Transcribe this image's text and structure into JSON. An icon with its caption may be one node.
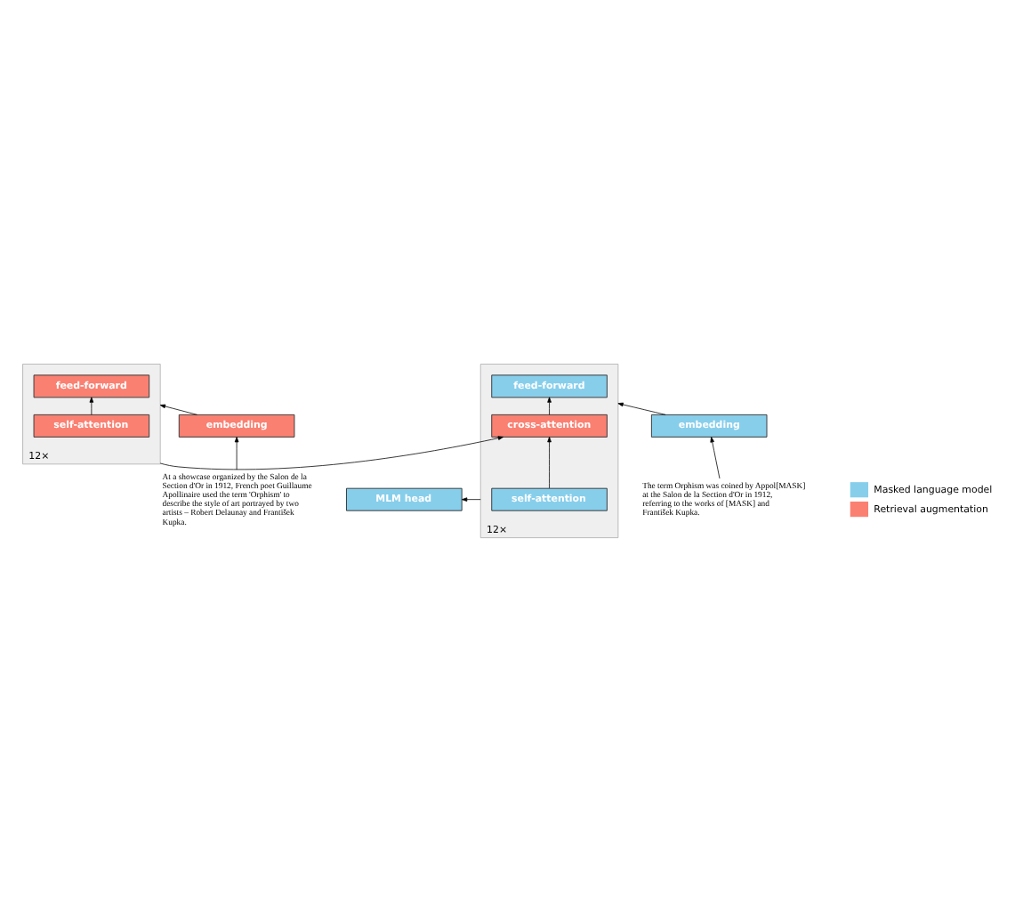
{
  "diagram": {
    "nodes": [
      {
        "text": [
          "12×"
        ]
      },
      {
        "text": [
          "feed-forward"
        ],
        "in": 0
      },
      {
        "text": [
          "self-attention"
        ],
        "in": 0
      },
      {
        "text": [
          "embedding"
        ]
      },
      {
        "text": [
          "At a showcase organized by the Salon de la Section d'Or in 1912, French poet Guillaume Apollinaire used the term 'Orphism' to describe the style of art portrayed by two artists – Robert Delaunay and František Kupka."
        ]
      },
      {
        "text": [
          "MLM head"
        ]
      },
      {
        "text": [
          "12×"
        ]
      },
      {
        "text": [
          "feed-forward"
        ],
        "in": 6
      },
      {
        "text": [
          "cross-attention"
        ],
        "in": 6
      },
      {
        "text": [
          "self-attention"
        ],
        "in": 6
      },
      {
        "text": [
          "embedding"
        ]
      },
      {
        "text": [
          "The term Orphism was coined by Appol[MASK] at the Salon de la Section d'Or in 1912, referring to the works of [MASK] and František Kupka."
        ]
      }
    ],
    "edges": [
      {
        "from": 4,
        "to": 3,
        "arrow": "to"
      },
      {
        "from": 3,
        "to": 0,
        "arrow": "to"
      },
      {
        "from": 2,
        "to": 1,
        "arrow": "to"
      },
      {
        "from": 0,
        "to": 8,
        "arrow": "to"
      },
      {
        "from": 11,
        "to": 10,
        "arrow": "to"
      },
      {
        "from": 10,
        "to": 6,
        "arrow": "to"
      },
      {
        "from": 9,
        "to": 8,
        "arrow": "to"
      },
      {
        "from": 8,
        "to": 7,
        "arrow": "to"
      },
      {
        "from": 6,
        "to": 5,
        "arrow": "to"
      }
    ],
    "legend": [
      {
        "text": "Masked language model",
        "color": "#87ceeb"
      },
      {
        "text": "Retrieval augmentation",
        "color": "#fa8072"
      }
    ]
  }
}
